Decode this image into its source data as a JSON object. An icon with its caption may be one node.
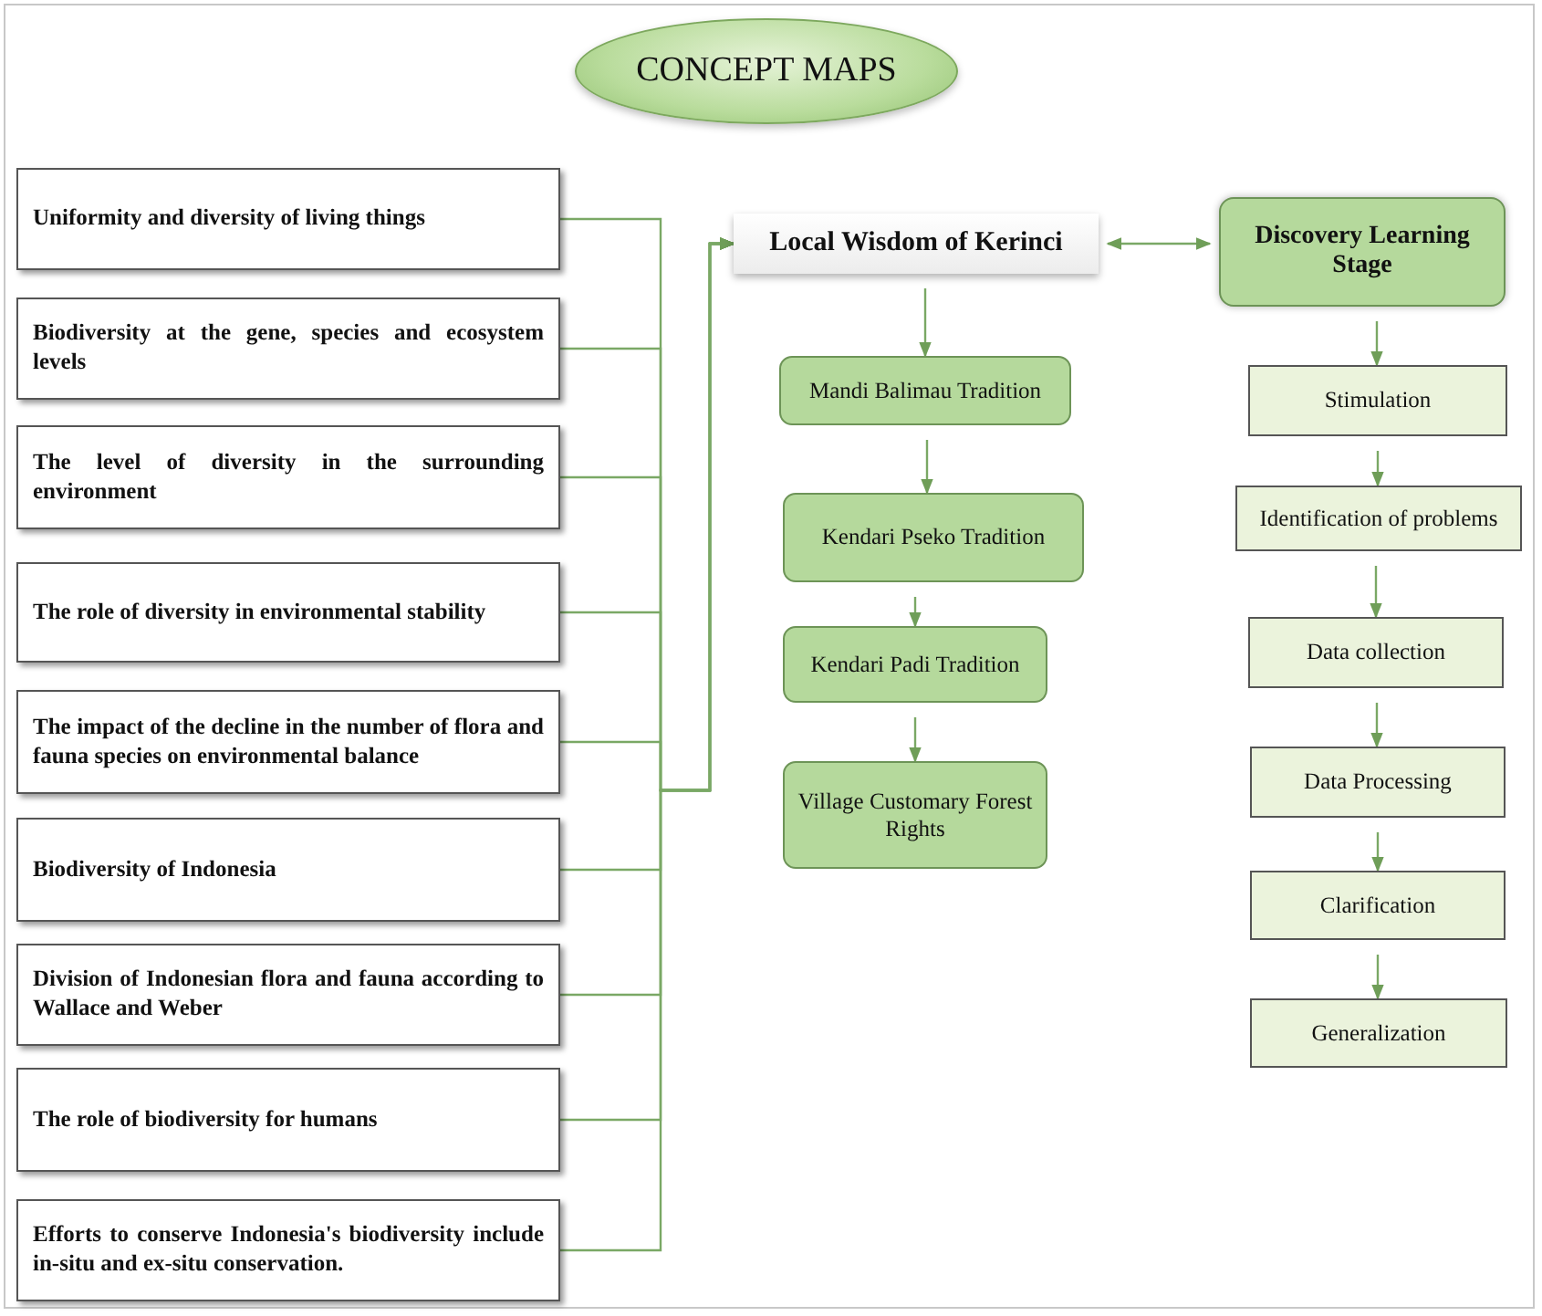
{
  "diagram": {
    "nodes": [
      {
        "text": [
          "CONCEPT MAPS"
        ]
      },
      {
        "text": [
          "Uniformity and diversity of living things"
        ]
      },
      {
        "text": [
          "Biodiversity at the gene, species and ecosystem levels"
        ]
      },
      {
        "text": [
          "The level of diversity in the surrounding environment"
        ]
      },
      {
        "text": [
          "The role of diversity in environmental stability"
        ]
      },
      {
        "text": [
          "The impact of the decline in the number of flora and fauna species on environmental balance"
        ]
      },
      {
        "text": [
          "Biodiversity of Indonesia"
        ]
      },
      {
        "text": [
          "Division of Indonesian flora and fauna according to Wallace and Weber"
        ]
      },
      {
        "text": [
          "The role of biodiversity for humans"
        ]
      },
      {
        "text": [
          "Efforts to conserve Indonesia's biodiversity include in-situ and ex-situ conservation."
        ]
      },
      {
        "text": [
          "Local Wisdom of Kerinci"
        ]
      },
      {
        "text": [
          "Discovery Learning Stage"
        ]
      },
      {
        "text": [
          "Mandi Balimau Tradition"
        ]
      },
      {
        "text": [
          "Kendari Pseko Tradition"
        ]
      },
      {
        "text": [
          "Kendari Padi Tradition"
        ]
      },
      {
        "text": [
          "Village Customary Forest Rights"
        ]
      },
      {
        "text": [
          "Stimulation"
        ]
      },
      {
        "text": [
          "Identification of problems"
        ]
      },
      {
        "text": [
          "Data collection"
        ]
      },
      {
        "text": [
          "Data Processing"
        ]
      },
      {
        "text": [
          "Clarification"
        ]
      },
      {
        "text": [
          "Generalization"
        ]
      }
    ],
    "edges": [
      {
        "from": 1,
        "to": 10,
        "arrow": "to"
      },
      {
        "from": 2,
        "to": 10,
        "arrow": "to"
      },
      {
        "from": 3,
        "to": 10,
        "arrow": "to"
      },
      {
        "from": 4,
        "to": 10,
        "arrow": "to"
      },
      {
        "from": 5,
        "to": 10,
        "arrow": "to"
      },
      {
        "from": 6,
        "to": 10,
        "arrow": "to"
      },
      {
        "from": 7,
        "to": 10,
        "arrow": "to"
      },
      {
        "from": 8,
        "to": 10,
        "arrow": "to"
      },
      {
        "from": 9,
        "to": 10,
        "arrow": "to"
      },
      {
        "from": 10,
        "to": 11,
        "arrow": "both"
      },
      {
        "from": 10,
        "to": 12,
        "arrow": "to"
      },
      {
        "from": 12,
        "to": 13,
        "arrow": "to"
      },
      {
        "from": 13,
        "to": 14,
        "arrow": "to"
      },
      {
        "from": 14,
        "to": 15,
        "arrow": "to"
      },
      {
        "from": 11,
        "to": 16,
        "arrow": "to"
      },
      {
        "from": 16,
        "to": 17,
        "arrow": "to"
      },
      {
        "from": 17,
        "to": 18,
        "arrow": "to"
      },
      {
        "from": 18,
        "to": 19,
        "arrow": "to"
      },
      {
        "from": 19,
        "to": 20,
        "arrow": "to"
      },
      {
        "from": 20,
        "to": 21,
        "arrow": "to"
      }
    ]
  }
}
